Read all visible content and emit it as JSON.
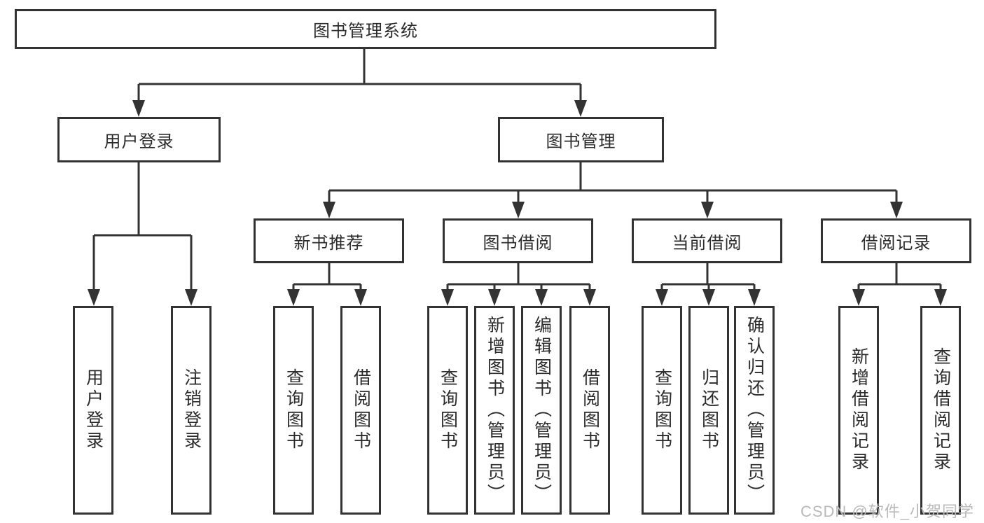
{
  "diagram": {
    "type": "hierarchy-tree",
    "colors": {
      "line": "#333333",
      "box_border": "#333333",
      "box_fill": "#ffffff",
      "text": "#2b2b2b",
      "watermark_text": "#b9b9b9",
      "background": "#ffffff"
    },
    "tree": {
      "label": "图书管理系统",
      "children": [
        {
          "label": "用户登录",
          "children": [
            {
              "label": "用户登录"
            },
            {
              "label": "注销登录"
            }
          ]
        },
        {
          "label": "图书管理",
          "children": [
            {
              "label": "新书推荐",
              "children": [
                {
                  "label": "查询图书"
                },
                {
                  "label": "借阅图书"
                }
              ]
            },
            {
              "label": "图书借阅",
              "children": [
                {
                  "label": "查询图书"
                },
                {
                  "label": "新增图书（管理员）"
                },
                {
                  "label": "编辑图书（管理员）"
                },
                {
                  "label": "借阅图书"
                }
              ]
            },
            {
              "label": "当前借阅",
              "children": [
                {
                  "label": "查询图书"
                },
                {
                  "label": "归还图书"
                },
                {
                  "label": "确认归还（管理员）"
                }
              ]
            },
            {
              "label": "借阅记录",
              "children": [
                {
                  "label": "新增借阅记录"
                },
                {
                  "label": "查询借阅记录"
                }
              ]
            }
          ]
        }
      ]
    },
    "watermark": "CSDN @软件_小贺同学"
  }
}
